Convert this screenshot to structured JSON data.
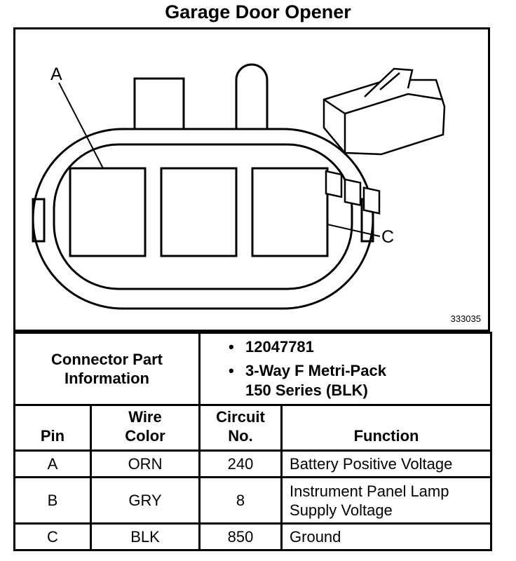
{
  "title": "Garage Door Opener",
  "diagram": {
    "labels": {
      "pin_a": "A",
      "pin_c": "C"
    },
    "reference_number": "333035"
  },
  "connector_info": {
    "label": "Connector Part Information",
    "bullet": "•",
    "items": [
      "12047781",
      "3-Way F Metri-Pack 150 Series (BLK)"
    ]
  },
  "table": {
    "headers": {
      "pin": "Pin",
      "wire_color": "Wire Color",
      "circuit_no": "Circuit No.",
      "function": "Function"
    },
    "rows": [
      {
        "pin": "A",
        "wire_color": "ORN",
        "circuit": "240",
        "function": "Battery Positive Voltage"
      },
      {
        "pin": "B",
        "wire_color": "GRY",
        "circuit": "8",
        "function": "Instrument Panel Lamp Supply Voltage"
      },
      {
        "pin": "C",
        "wire_color": "BLK",
        "circuit": "850",
        "function": "Ground"
      }
    ]
  }
}
